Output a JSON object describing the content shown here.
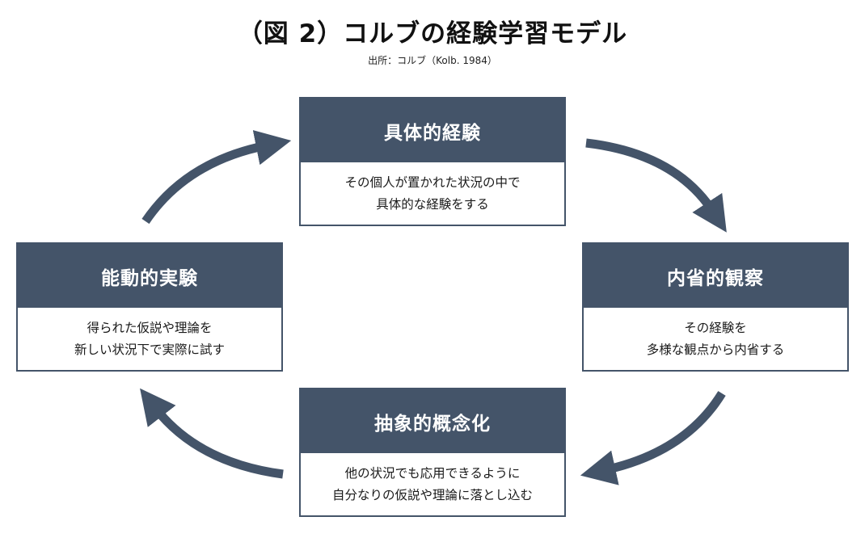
{
  "title": "（図 2）コルブの経験学習モデル",
  "source": "出所：コルブ（Kolb. 1984）",
  "colors": {
    "accent": "#445469",
    "header_text": "#ffffff"
  },
  "stages": {
    "top": {
      "title": "具体的経験",
      "line1": "その個人が置かれた状況の中で",
      "line2": "具体的な経験をする"
    },
    "right": {
      "title": "内省的観察",
      "line1": "その経験を",
      "line2": "多様な観点から内省する"
    },
    "bottom": {
      "title": "抽象的概念化",
      "line1": "他の状況でも応用できるように",
      "line2": "自分なりの仮説や理論に落とし込む"
    },
    "left": {
      "title": "能動的実験",
      "line1": "得られた仮説や理論を",
      "line2": "新しい状況下で実際に試す"
    }
  },
  "arrows": [
    {
      "from": "top",
      "to": "right",
      "direction": "clockwise"
    },
    {
      "from": "right",
      "to": "bottom",
      "direction": "clockwise"
    },
    {
      "from": "bottom",
      "to": "left",
      "direction": "clockwise"
    },
    {
      "from": "left",
      "to": "top",
      "direction": "clockwise"
    }
  ]
}
